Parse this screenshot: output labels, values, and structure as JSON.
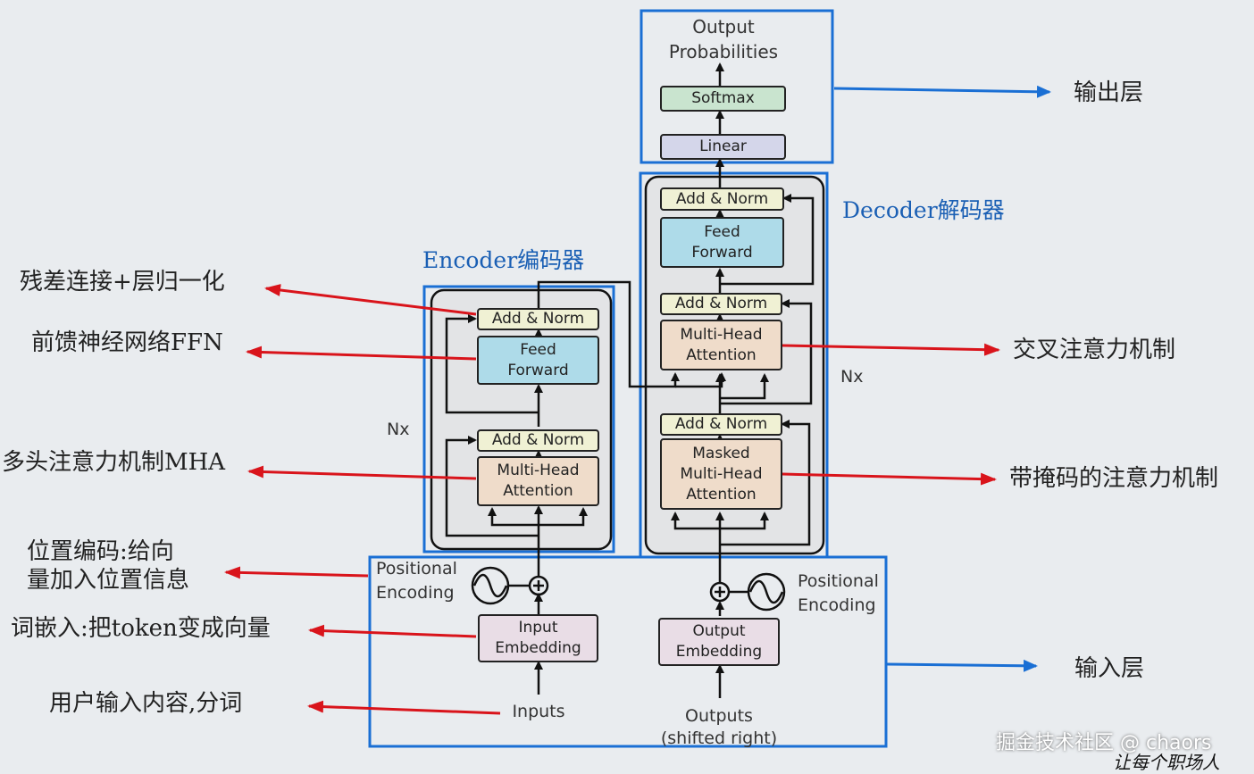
{
  "diagram": {
    "output_probabilities": "Output\nProbabilities",
    "softmax": "Softmax",
    "linear": "Linear",
    "add_norm": "Add & Norm",
    "feed_forward": "Feed\nForward",
    "multi_head_attention": "Multi-Head\nAttention",
    "masked_multi_head_attention": "Masked\nMulti-Head\nAttention",
    "nx": "Nx",
    "positional_encoding": "Positional\nEncoding",
    "input_embedding": "Input\nEmbedding",
    "output_embedding": "Output\nEmbedding",
    "inputs": "Inputs",
    "outputs": "Outputs\n(shifted right)",
    "encoder_title": "Encoder编码器",
    "decoder_title": "Decoder解码器"
  },
  "annotations": {
    "residual": "残差连接+层归一化",
    "ffn": "前馈神经网络FFN",
    "mha": "多头注意力机制MHA",
    "position": "位置编码:给向\n量加入位置信息",
    "embedding": "词嵌入:把token变成向量",
    "tokenize": "用户输入内容,分词",
    "output_layer": "输出层",
    "cross_attention": "交叉注意力机制",
    "masked_attention": "带掩码的注意力机制",
    "input_layer": "输入层"
  },
  "watermark": "掘金技术社区 @ chaors",
  "corner_text": "让每个职场人",
  "colors": {
    "blue_frame": "#1a6fd4",
    "red_arrow": "#d9141b",
    "add_norm": "#f0f1d4",
    "feed_forward": "#aedbe9",
    "attention": "#efdcca",
    "embedding": "#e9dde6",
    "linear": "#d4d6ea",
    "softmax": "#c9e4cf"
  }
}
